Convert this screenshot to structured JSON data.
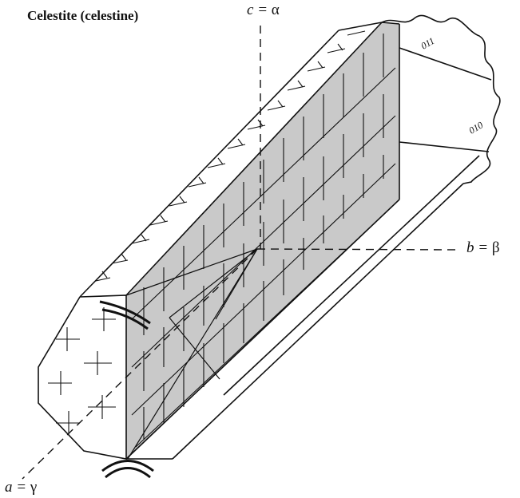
{
  "title": "Celestite (celestine)",
  "axes": {
    "c": {
      "axis": "c",
      "optic": "α"
    },
    "b": {
      "axis": "b",
      "optic": "β"
    },
    "a": {
      "axis": "a",
      "optic": "γ"
    }
  },
  "faces": {
    "f011": "011",
    "f010": "010"
  },
  "colors": {
    "line": "#111111",
    "cleavage_face": "#c9c9c9",
    "background": "#ffffff"
  }
}
